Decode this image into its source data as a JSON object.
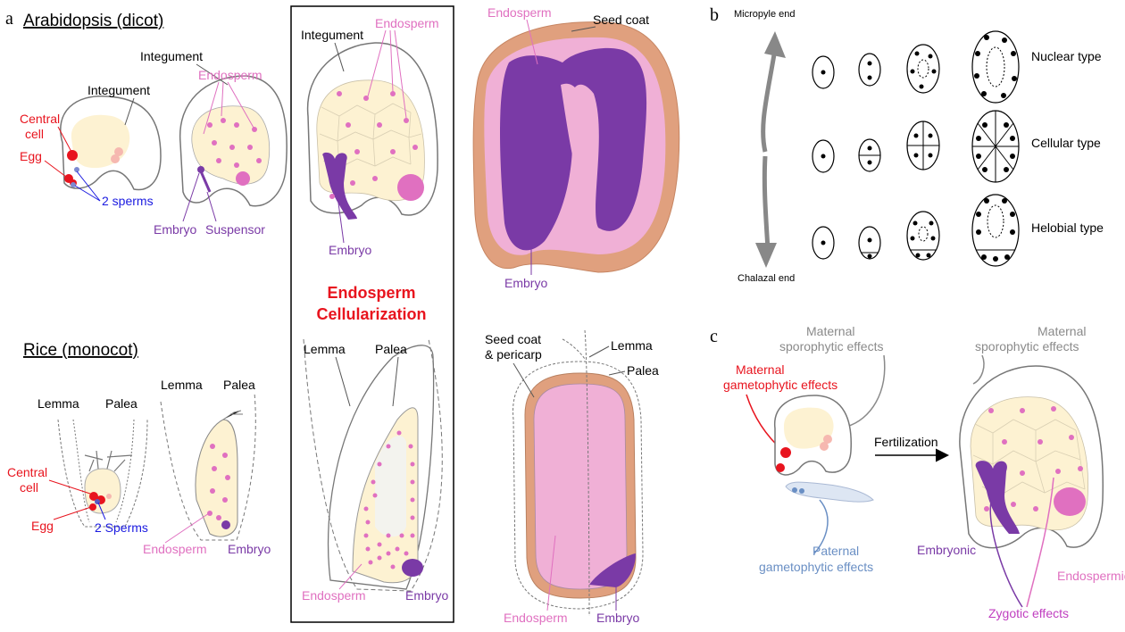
{
  "panel_labels": {
    "a": "a",
    "b": "b",
    "c": "c"
  },
  "colors": {
    "endosperm_bg": "#fdf2d2",
    "endosperm_pink": "#e070c0",
    "embryo_purple": "#7a3aa6",
    "seed_coat": "#e0a07e",
    "seed_pink": "#f0b0d6",
    "red": "#e8141e",
    "blue": "#1a1ae0",
    "grey": "#8a8a8a",
    "paternal_blue": "#6a8fc4"
  },
  "panel_a": {
    "arabidopsis_title": "Arabidopsis (dicot)",
    "rice_title": "Rice (monocot)",
    "box_title_line1": "Endosperm",
    "box_title_line2": "Cellularization",
    "labels": {
      "integument": "Integument",
      "endosperm": "Endosperm",
      "seed_coat": "Seed coat",
      "central_cell": "Central cell",
      "central_line1": "Central",
      "central_line2": "cell",
      "egg": "Egg",
      "two_sperms": "2 sperms",
      "two_sperms_rice": "2 Sperms",
      "embryo": "Embryo",
      "suspensor": "Suspensor",
      "lemma": "Lemma",
      "palea": "Palea",
      "seed_coat_pericarp_line1": "Seed coat",
      "seed_coat_pericarp_line2": "& pericarp"
    }
  },
  "panel_b": {
    "micropyle": "Micropyle end",
    "chalazal": "Chalazal end",
    "rows": [
      {
        "label": "Nuclear type"
      },
      {
        "label": "Cellular type"
      },
      {
        "label": "Helobial type"
      }
    ]
  },
  "panel_c": {
    "maternal_sporo_line1": "Maternal",
    "maternal_sporo_line2": "sporophytic effects",
    "maternal_gameto_line1": "Maternal",
    "maternal_gameto_line2": "gametophytic effects",
    "fertilization": "Fertilization",
    "paternal_line1": "Paternal",
    "paternal_line2": "gametophytic effects",
    "embryonic": "Embryonic",
    "endospermic": "Endospermic",
    "zygotic": "Zygotic effects"
  }
}
